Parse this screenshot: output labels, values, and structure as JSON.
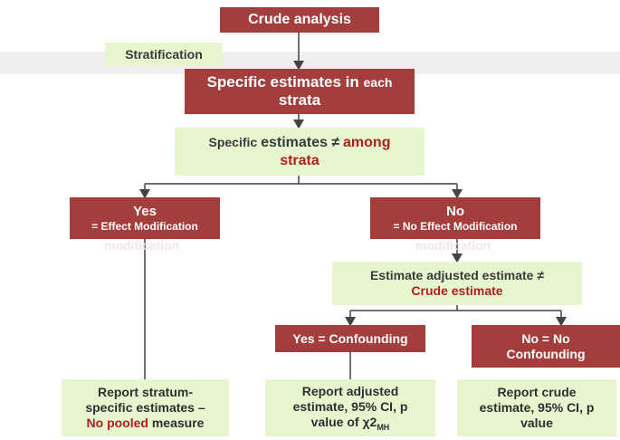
{
  "crude_analysis": "Crude analysis",
  "stratification": "Stratification",
  "specific_strata": {
    "part1": "Specific estimates in",
    "part2": "each",
    "part3": "strata"
  },
  "among": {
    "part1": "Specific",
    "part2": "estimates ≠",
    "part3": "among",
    "part4": "strata"
  },
  "yes_box": {
    "title": "Yes",
    "sub": "= Effect Modification",
    "ghost": "modification"
  },
  "no_box": {
    "title": "No",
    "sub": "= No Effect Modification",
    "ghost": "modification"
  },
  "adjusted": {
    "line1": "Estimate adjusted estimate ≠",
    "line2": "Crude estimate"
  },
  "confounding_yes": "Yes  = Confounding",
  "confounding_no": {
    "line1": "No  = No",
    "line2": "Confounding"
  },
  "report_stratum": {
    "line1": "Report stratum-",
    "line2": "specific estimates –",
    "accent": "No pooled",
    "tail": "measure"
  },
  "report_adjusted": {
    "line1": "Report adjusted",
    "line2": "estimate, 95% CI, p",
    "line3": "value of χ2",
    "sub": "MH"
  },
  "report_crude": {
    "line1": "Report crude",
    "line2": "estimate, 95% CI, p",
    "line3": "value"
  },
  "colors": {
    "red_box": "#a33e3d",
    "green_box": "#e6f6cf",
    "accent_text": "#b01e1e"
  }
}
